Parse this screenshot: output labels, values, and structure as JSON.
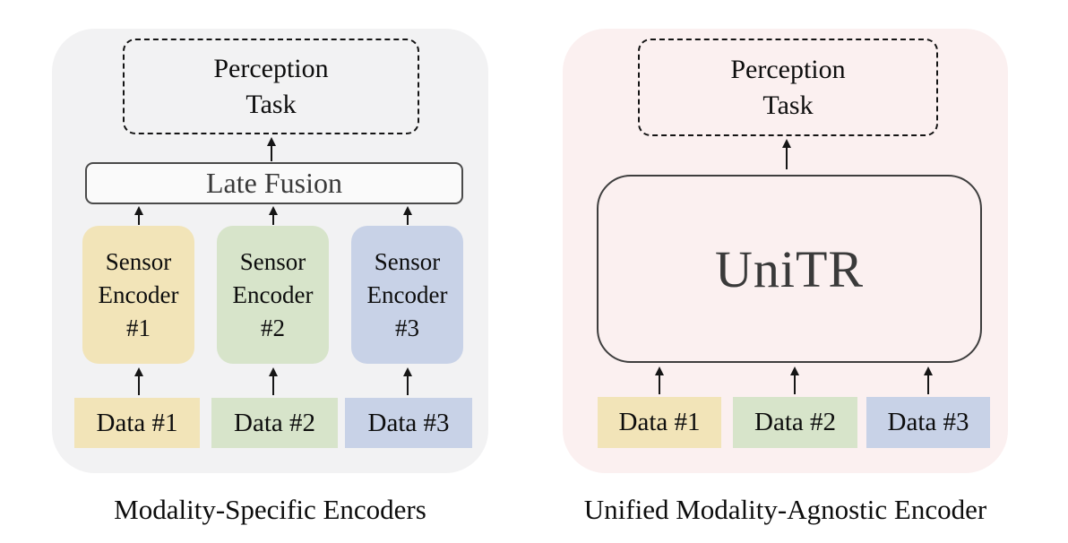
{
  "colors": {
    "left_panel_bg": "#f2f2f3",
    "right_panel_bg": "#fbf0f0",
    "yellow": "#f2e4b8",
    "green": "#d7e4ca",
    "blue": "#c8d2e7",
    "fusion_bg": "#fafafa",
    "fusion_border": "#4a4a4a",
    "unitr_border": "#3e3e3e",
    "dark_text": "#3a3a3a",
    "black_text": "#0d0d0d"
  },
  "left_panel": {
    "caption": "Modality-Specific Encoders",
    "perception_task": {
      "line1": "Perception",
      "line2": "Task"
    },
    "fusion_label": "Late Fusion",
    "encoders": [
      {
        "line1": "Sensor",
        "line2": "Encoder",
        "line3": "#1",
        "color": "#f2e4b8"
      },
      {
        "line1": "Sensor",
        "line2": "Encoder",
        "line3": "#2",
        "color": "#d7e4ca"
      },
      {
        "line1": "Sensor",
        "line2": "Encoder",
        "line3": "#3",
        "color": "#c8d2e7"
      }
    ],
    "data_boxes": [
      {
        "label": "Data #1",
        "color": "#f2e4b8"
      },
      {
        "label": "Data #2",
        "color": "#d7e4ca"
      },
      {
        "label": "Data #3",
        "color": "#c8d2e7"
      }
    ]
  },
  "right_panel": {
    "caption": "Unified Modality-Agnostic Encoder",
    "perception_task": {
      "line1": "Perception",
      "line2": "Task"
    },
    "encoder_label": "UniTR",
    "data_boxes": [
      {
        "label": "Data #1",
        "color": "#f2e4b8"
      },
      {
        "label": "Data #2",
        "color": "#d7e4ca"
      },
      {
        "label": "Data #3",
        "color": "#c8d2e7"
      }
    ]
  }
}
